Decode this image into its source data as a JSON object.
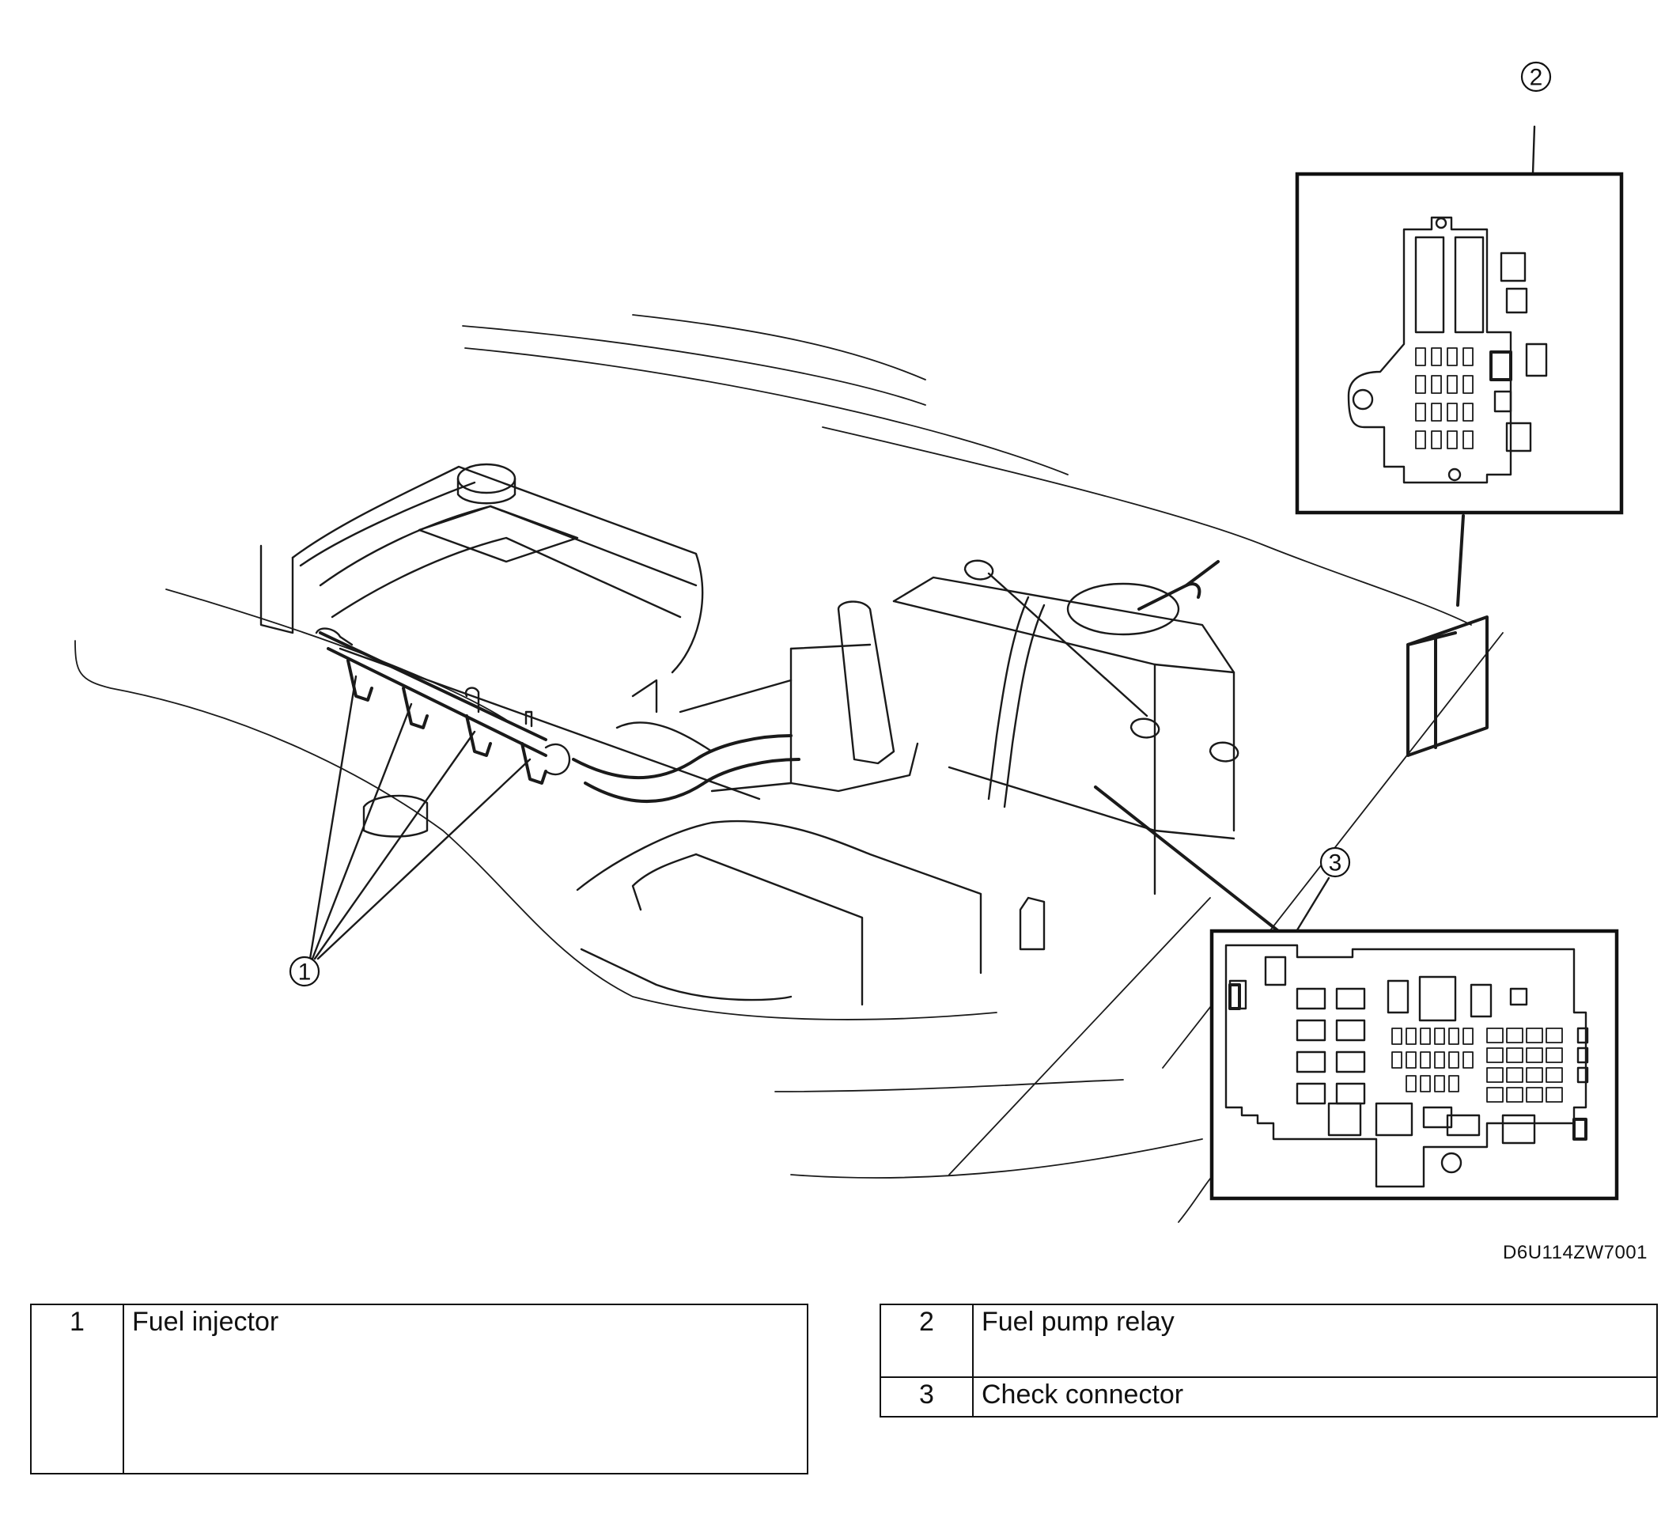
{
  "figure_code": "D6U114ZW7001",
  "callouts": [
    {
      "id": "1",
      "label": "1"
    },
    {
      "id": "2",
      "label": "2"
    },
    {
      "id": "3",
      "label": "3"
    }
  ],
  "legend": {
    "left": [
      {
        "num": "1",
        "text": "Fuel injector"
      }
    ],
    "right": [
      {
        "num": "2",
        "text": "Fuel pump relay"
      },
      {
        "num": "3",
        "text": "Check connector"
      }
    ]
  }
}
